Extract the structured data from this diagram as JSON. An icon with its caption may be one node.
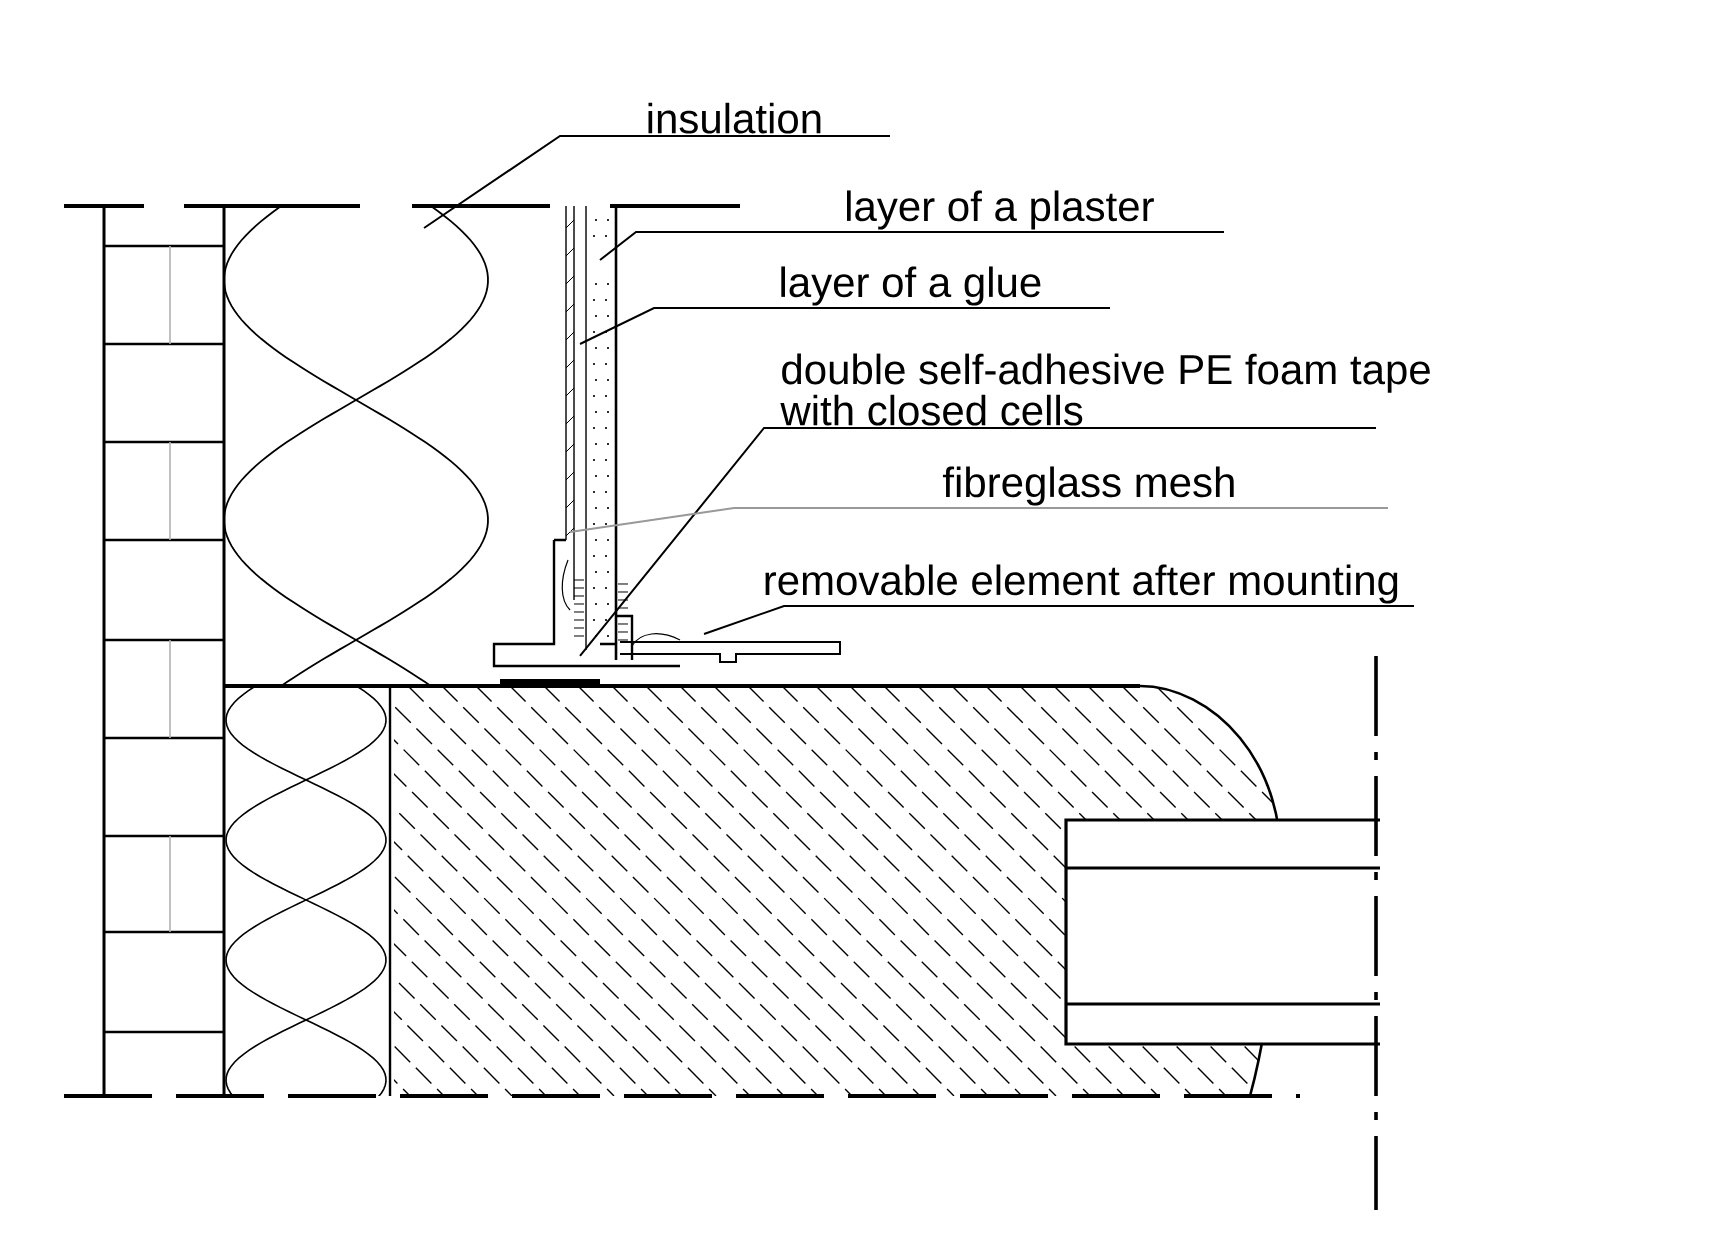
{
  "diagram": {
    "nodes": [
      {
        "text": [
          "insulation"
        ]
      },
      {
        "text": [
          "layer of a plaster"
        ]
      },
      {
        "text": [
          "layer of a glue"
        ]
      },
      {
        "text": [
          "double self-adhesive PE foam tape with closed cells"
        ]
      },
      {
        "text": [
          "fibreglass mesh"
        ]
      },
      {
        "text": [
          "removable element after mounting"
        ]
      }
    ],
    "edges": [
      {
        "from": 0,
        "to": null,
        "arrow": "none"
      },
      {
        "from": 1,
        "to": null,
        "arrow": "none"
      },
      {
        "from": 2,
        "to": null,
        "arrow": "none"
      },
      {
        "from": 3,
        "to": null,
        "arrow": "none"
      },
      {
        "from": 4,
        "to": null,
        "arrow": "none",
        "color": "#999999"
      },
      {
        "from": 5,
        "to": null,
        "arrow": "none"
      }
    ]
  }
}
